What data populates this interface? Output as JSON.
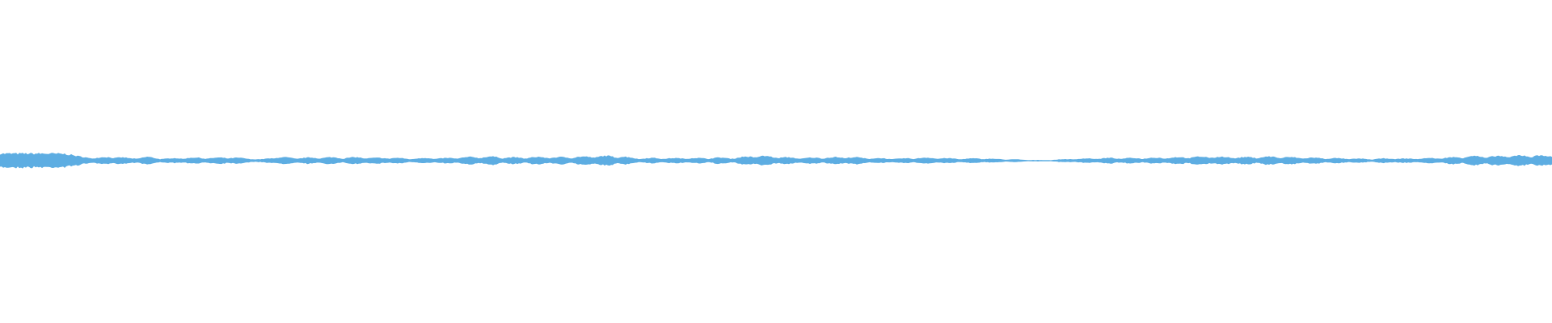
{
  "waveform": {
    "color": "#5dade2",
    "background": "#ffffff",
    "amplitude_envelope": [
      1.0,
      1.0,
      1.0,
      1.0,
      0.95,
      0.55,
      0.45,
      0.6,
      0.35,
      0.55,
      0.3,
      0.4,
      0.45,
      0.4,
      0.5,
      0.35,
      0.2,
      0.55,
      0.4,
      0.45,
      0.5,
      0.45,
      0.5,
      0.4,
      0.45,
      0.3,
      0.4,
      0.35,
      0.45,
      0.55,
      0.6,
      0.5,
      0.45,
      0.55,
      0.5,
      0.55,
      0.6,
      0.7,
      0.65,
      0.35,
      0.4,
      0.35,
      0.4,
      0.38,
      0.45,
      0.4,
      0.7,
      0.65,
      0.5,
      0.4,
      0.45,
      0.5,
      0.55,
      0.4,
      0.35,
      0.3,
      0.4,
      0.45,
      0.35,
      0.3,
      0.35,
      0.25,
      0.2,
      0.12,
      0.1,
      0.2,
      0.3,
      0.35,
      0.4,
      0.38,
      0.4,
      0.45,
      0.5,
      0.55,
      0.6,
      0.55,
      0.5,
      0.55,
      0.6,
      0.5,
      0.45,
      0.4,
      0.35,
      0.3,
      0.25,
      0.35,
      0.3,
      0.35,
      0.4,
      0.5,
      0.7,
      0.6,
      0.7,
      0.75,
      0.8,
      0.7
    ]
  }
}
